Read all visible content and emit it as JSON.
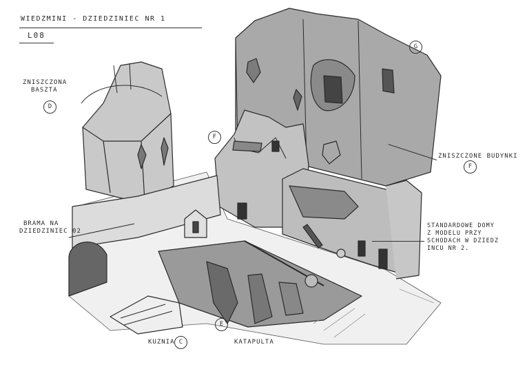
{
  "header": {
    "title": "WIEDZMINI - DZIEDZINIEC NR 1",
    "code": "L08"
  },
  "labels": {
    "tower_name_line1": "ZNISZCZONA",
    "tower_name_line2": "BASZTA",
    "tower_marker": "D",
    "gate_line1": "BRAMA NA",
    "gate_line2": "DZIEDZINIEC 02",
    "buildings": "ZNISZCZONE BUDYNKI",
    "buildings_marker": "F",
    "left_building_marker": "F",
    "keep_marker": "G",
    "houses_line1": "STANDARDOWE DOMY",
    "houses_line2": "Z MODELU PRZY",
    "houses_line3": "SCHODACH W DZIEDZ",
    "houses_line4": "INCU NR 2.",
    "forge": "KUZNIA",
    "forge_marker": "C",
    "catapult": "KATAPULTA",
    "catapult_marker": "E"
  },
  "colors": {
    "ink": "#2a2a2a",
    "stone_dark": "#8e8e8e",
    "stone_mid": "#b4b4b4",
    "stone_light": "#d2d2d2",
    "paper": "#ffffff"
  }
}
